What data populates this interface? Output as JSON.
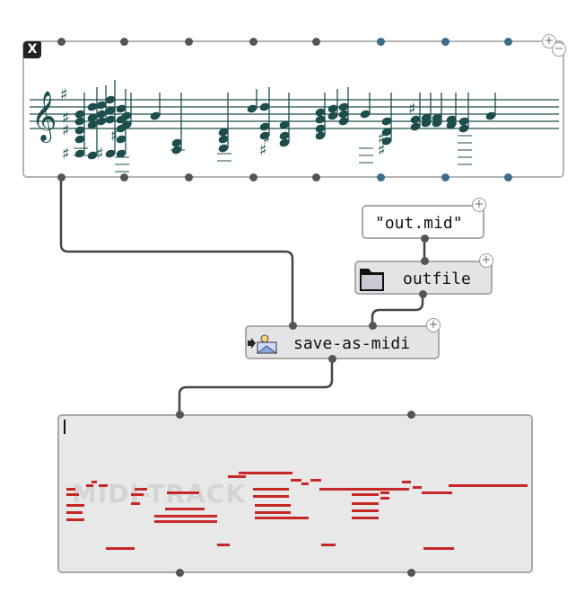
{
  "colors": {
    "wire": "#444444",
    "inlet": "#555555",
    "outlet_blue": "#3b6e8a",
    "staff": "#1d4d4d",
    "midi_bar": "#c62828",
    "box_border": "#b0b0b0",
    "box_fill": "#e8e8e8"
  },
  "score_box": {
    "close_label": "X",
    "plus_label": "+",
    "minus_label": "−",
    "clef_icon": "treble-clef-icon",
    "sharp_glyph": "♯"
  },
  "string_box": {
    "value": "\"out.mid\"",
    "plus_label": "+"
  },
  "outfile_box": {
    "label": "outfile",
    "icon": "folder-icon",
    "plus_label": "+"
  },
  "save_box": {
    "label": "save-as-midi",
    "icon": "lisp-function-icon",
    "plus_label": "+"
  },
  "midi_box": {
    "watermark": "MIDI-TRACK"
  }
}
